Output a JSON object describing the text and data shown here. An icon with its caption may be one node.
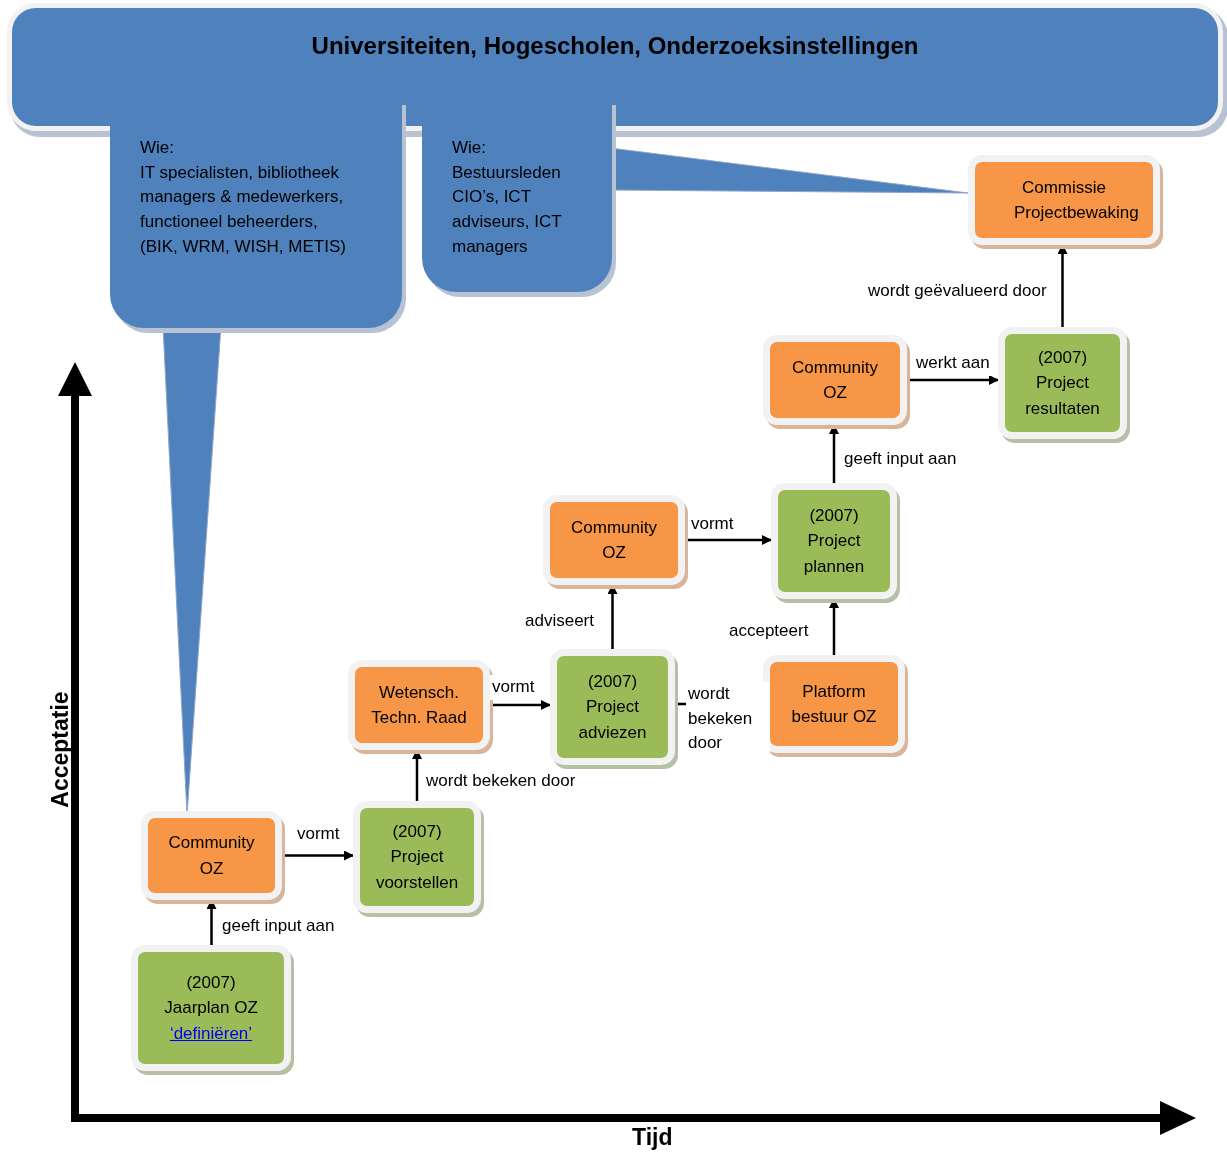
{
  "diagram": {
    "nodes": [
      {
        "text": [
          "Universiteiten, Hogescholen, Onderzoeksinstellingen"
        ]
      },
      {
        "text": [
          "Wie:",
          "IT specialisten, bibliotheek managers & medewerkers, functioneel beheerders,",
          "(BIK, WRM, WISH, METIS)"
        ]
      },
      {
        "text": [
          "Wie:",
          "Bestuursleden CIO’s, ICT adviseurs, ICT managers"
        ]
      },
      {
        "text": [
          "Commissie Projectbewaking"
        ]
      },
      {
        "text": [
          "Community OZ"
        ]
      },
      {
        "text": [
          "(2007) Project resultaten"
        ]
      },
      {
        "text": [
          "Community OZ"
        ]
      },
      {
        "text": [
          "(2007) Project plannen"
        ]
      },
      {
        "text": [
          "Wetensch. Techn. Raad"
        ]
      },
      {
        "text": [
          "(2007) Project adviezen"
        ]
      },
      {
        "text": [
          "Platform bestuur OZ"
        ]
      },
      {
        "text": [
          "Community OZ"
        ]
      },
      {
        "text": [
          "(2007) Project voorstellen"
        ]
      },
      {
        "text": [
          "(2007) Jaarplan OZ",
          "‘definiëren’"
        ]
      }
    ],
    "edges": [
      {
        "from": 1,
        "to": 11,
        "arrow": "none"
      },
      {
        "from": 2,
        "to": 3,
        "arrow": "none"
      },
      {
        "from": 13,
        "to": 11,
        "arrow": "to",
        "label": "geeft input aan"
      },
      {
        "from": 11,
        "to": 12,
        "arrow": "to",
        "label": "vormt"
      },
      {
        "from": 12,
        "to": 8,
        "arrow": "to",
        "label": "wordt bekeken door"
      },
      {
        "from": 8,
        "to": 9,
        "arrow": "to",
        "label": "vormt"
      },
      {
        "from": 9,
        "to": 6,
        "arrow": "to",
        "label": "adviseert"
      },
      {
        "from": 9,
        "to": 10,
        "arrow": "to",
        "label": "wordt bekeken door"
      },
      {
        "from": 10,
        "to": 7,
        "arrow": "to",
        "label": "accepteert"
      },
      {
        "from": 6,
        "to": 7,
        "arrow": "to",
        "label": "vormt"
      },
      {
        "from": 7,
        "to": 4,
        "arrow": "to",
        "label": "geeft input aan"
      },
      {
        "from": 4,
        "to": 5,
        "arrow": "to",
        "label": "werkt aan"
      },
      {
        "from": 5,
        "to": 3,
        "arrow": "to",
        "label": "wordt geëvalueerd door"
      }
    ],
    "labels": [
      "Acceptatie",
      "Tijd"
    ]
  }
}
